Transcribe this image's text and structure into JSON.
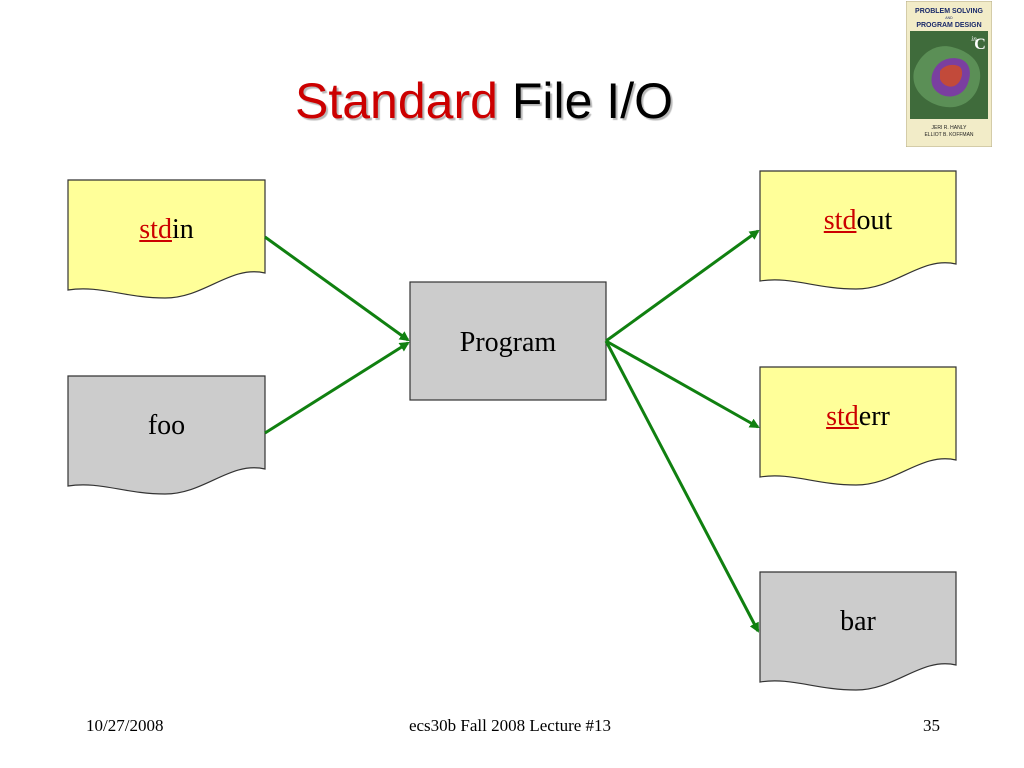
{
  "title": {
    "accent": "Standard",
    "rest": "File I/O"
  },
  "nodes": {
    "stdin": {
      "std": "std",
      "suffix": "in"
    },
    "foo": {
      "label": "foo"
    },
    "program": {
      "label": "Program"
    },
    "stdout": {
      "std": "std",
      "suffix": "out"
    },
    "stderr": {
      "std": "std",
      "suffix": "err"
    },
    "bar": {
      "label": "bar"
    }
  },
  "book": {
    "line1": "PROBLEM SOLVING",
    "and": "AND",
    "line2": "PROGRAM DESIGN",
    "in": "in",
    "c": "C",
    "author1": "JERI R. HANLY",
    "author2": "ELLIOT B. KOFFMAN"
  },
  "footer": {
    "date": "10/27/2008",
    "course": "ecs30b Fall 2008 Lecture #13",
    "page": "35"
  },
  "colors": {
    "arrow": "#108010",
    "file_yellow": "#ffff99",
    "file_gray": "#cccccc",
    "accent": "#cc0000"
  }
}
